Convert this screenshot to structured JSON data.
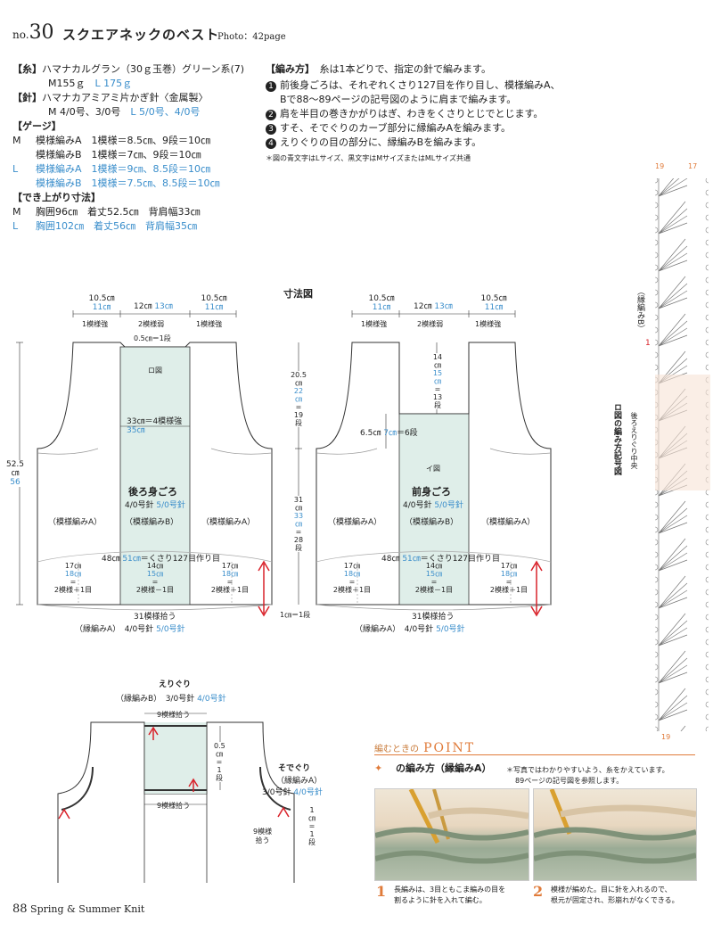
{
  "header": {
    "no_prefix": "no.",
    "no_number": "30",
    "title": "スクエアネックのベスト",
    "photo_ref": "Photo：42page"
  },
  "materials": {
    "yarn_label": "【糸】",
    "yarn_text": "ハマナカルグラン（30ｇ玉巻）グリーン系(7)",
    "yarn_m": "M155ｇ",
    "yarn_l": "L 175ｇ",
    "needle_label": "【針】",
    "needle_text": "ハマナカアミアミ片かぎ針〈金属製〉",
    "needle_m": "M 4/0号、3/0号",
    "needle_l": "L 5/0号、4/0号",
    "gauge_label": "【ゲージ】",
    "gauge_m_tag": "M",
    "gauge_m_a": "模様編みA　1模様＝8.5㎝、9段＝10㎝",
    "gauge_m_b": "模様編みB　1模様＝7㎝、9段＝10㎝",
    "gauge_l_tag": "L",
    "gauge_l_a": "模様編みA　1模様＝9㎝、8.5段＝10㎝",
    "gauge_l_b": "模様編みB　1模様＝7.5㎝、8.5段＝10㎝",
    "size_label": "【でき上がり寸法】",
    "size_m_tag": "M",
    "size_m": "胸囲96㎝　着丈52.5㎝　背肩幅33㎝",
    "size_l_tag": "L",
    "size_l": "胸囲102㎝　着丈56㎝　背肩幅35㎝"
  },
  "method": {
    "label": "【編み方】",
    "intro": "糸は1本どりで、指定の針で編みます。",
    "steps": [
      {
        "num": "1",
        "text": "前後身ごろは、それぞれくさり127目を作り目し、模様編みA、"
      },
      {
        "num": "",
        "text": "Bで88～89ページの記号図のように肩まで編みます。"
      },
      {
        "num": "2",
        "text": "肩を半目の巻きかがりはぎ、わきをくさりとじでとじます。"
      },
      {
        "num": "3",
        "text": "すそ、そでぐりのカーブ部分に縁編みAを編みます。"
      },
      {
        "num": "4",
        "text": "えりぐりの目の部分に、縁編みBを編みます。"
      }
    ],
    "note": "＊図の青文字はLサイズ、黒文字はMサイズまたはMLサイズ共通"
  },
  "diagram": {
    "title": "寸法図",
    "back": {
      "top_left_m": "10.5㎝",
      "top_left_l": "11㎝",
      "top_left_pat": "1模様強",
      "top_mid_m": "12㎝",
      "top_mid_l": "13㎝",
      "top_mid_pat": "2模様弱",
      "top_right_m": "10.5㎝",
      "top_right_l": "11㎝",
      "top_right_pat": "1模様強",
      "neck_note": "0.5㎝＝1段",
      "ro_label": "ロ図",
      "width_m": "33㎝",
      "width_l": "35㎝",
      "width_pat": "＝4模様強",
      "height_m": "52.5",
      "height_unit": "㎝",
      "height_l": "56",
      "name": "後ろ身ごろ",
      "needle_m": "4/0号針",
      "needle_l": "5/0号針",
      "pat_a_left": "（模様編みA）",
      "pat_b": "（模様編みB）",
      "pat_a_right": "（模様編みA）",
      "chain_m": "48㎝",
      "chain_l": "51㎝",
      "chain_note": "＝くさり127目作り目",
      "bl_m": "17㎝",
      "bl_l": "18㎝",
      "bl_eq": "=",
      "bl_rows": "2模様＋1目",
      "bm_m": "14㎝",
      "bm_l": "15㎝",
      "bm_eq": "=",
      "bm_rows": "2模様－1目",
      "br_m": "17㎝",
      "br_l": "18㎝",
      "br_eq": "=",
      "br_rows": "2模様＋1目",
      "pickup": "31模様拾う",
      "edge": "（縁編みA）",
      "edge_needle_m": "4/0号針",
      "edge_needle_l": "5/0号針"
    },
    "side": {
      "upper_m": "20.5",
      "upper_m_unit": "㎝",
      "upper_l": "22",
      "upper_l_unit": "㎝",
      "upper_eq": "=",
      "upper_rows": "19",
      "upper_dan": "段",
      "lower_m": "31",
      "lower_m_unit": "㎝",
      "lower_l": "33",
      "lower_l_unit": "㎝",
      "lower_eq": "=",
      "lower_rows": "28",
      "lower_dan": "段",
      "bottom_note": "1㎝＝1段"
    },
    "front": {
      "top_left_m": "10.5㎝",
      "top_left_l": "11㎝",
      "top_left_pat": "1模様強",
      "top_mid_m": "12㎝",
      "top_mid_l": "13㎝",
      "top_mid_pat": "2模様弱",
      "top_right_m": "10.5㎝",
      "top_right_l": "11㎝",
      "top_right_pat": "1模様強",
      "neck_m": "14",
      "neck_unit": "㎝",
      "neck_l": "15",
      "neck_l_unit": "㎝",
      "neck_eq": "=",
      "neck_rows": "13",
      "neck_dan": "段",
      "shoulder_m": "6.5㎝",
      "shoulder_l": "7㎝",
      "shoulder_rows": "＝6段",
      "i_label": "イ図",
      "name": "前身ごろ",
      "needle_m": "4/0号針",
      "needle_l": "5/0号針",
      "pat_a_left": "（模様編みA）",
      "pat_b": "（模様編みB）",
      "pat_a_right": "（模様編みA）",
      "chain_m": "48㎝",
      "chain_l": "51㎝",
      "chain_note": "＝くさり127目作り目",
      "bl_m": "17㎝",
      "bl_l": "18㎝",
      "bl_eq": "=",
      "bl_rows": "2模様＋1目",
      "bm_m": "14㎝",
      "bm_l": "15㎝",
      "bm_eq": "=",
      "bm_rows": "2模様－1目",
      "br_m": "17㎝",
      "br_l": "18㎝",
      "br_eq": "=",
      "br_rows": "2模様＋1目",
      "pickup": "31模様拾う",
      "edge": "（縁編みA）",
      "edge_needle_m": "4/0号針",
      "edge_needle_l": "5/0号針"
    }
  },
  "neckline": {
    "title": "えりぐり",
    "edge": "（縁編みB）",
    "needle_m": "3/0号針",
    "needle_l": "4/0号針",
    "pick_top": "9模様拾う",
    "pick_bottom": "9模様拾う",
    "side_m": "0.5",
    "side_unit": "㎝",
    "side_eq": "=",
    "side_rows": "1",
    "side_dan": "段"
  },
  "armhole": {
    "title": "そでぐり",
    "edge": "（縁編みA）",
    "needle_m": "3/0号針",
    "needle_l": "4/0号針",
    "pick": "9模様",
    "pick2": "拾う",
    "side_m": "1",
    "side_unit": "㎝",
    "side_eq": "=",
    "side_rows": "1",
    "side_dan": "段"
  },
  "chart_side": {
    "title": "ロ図の編み方記号図",
    "sub": "後ろえりぐり中央",
    "edge_label": "（縁編みB）",
    "mark": "1",
    "num_top_a": "19",
    "num_top_b": "17",
    "num_bottom": "19"
  },
  "point": {
    "head": "編むときの",
    "big": "POINT",
    "subtitle": "の編み方（縁編みA）",
    "note1": "＊写真ではわかりやすいよう、糸をかえています。",
    "note2": "89ページの記号図を参照します。",
    "step1_num": "1",
    "step1_a": "長編みは、3目ともこま編みの目を",
    "step1_b": "割るように針を入れて編む。",
    "step2_num": "2",
    "step2_a": "模様が編めた。目に針を入れるので、",
    "step2_b": "根元が固定され、形崩れがなくできる。"
  },
  "footer": {
    "page": "88",
    "series": "Spring & Summer Knit"
  },
  "colors": {
    "blue": "#3a8ecb",
    "panel": "#dfeee9",
    "arrow_red": "#d9222a",
    "accent_orange": "#e07b3a"
  }
}
